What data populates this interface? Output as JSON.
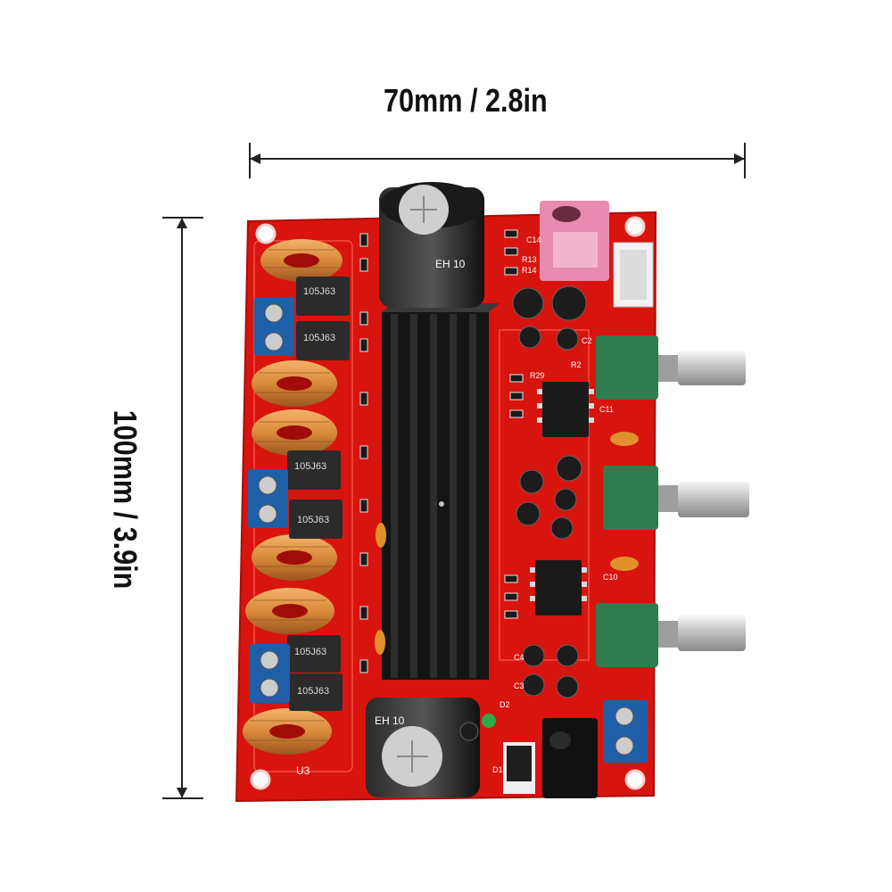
{
  "dimensions": {
    "width_label": "70mm / 2.8in",
    "height_label": "100mm / 3.9in"
  },
  "board": {
    "inductor_marking": "105J63",
    "capacitor_marking_top": "EH 10",
    "capacitor_marking_bottom": "EH 10",
    "region_label": "U3",
    "silkscreen": [
      "C14",
      "R13",
      "R14",
      "R2",
      "C2",
      "R29",
      "C11",
      "C10",
      "D2",
      "D1",
      "C3",
      "C4"
    ]
  },
  "colors": {
    "pcb": "#d8140e",
    "heatsink": "#151515",
    "pot_body": "#2e7d4f",
    "terminal": "#1f5fa8",
    "coil": "#d98a3a",
    "jack": "#e88bb0"
  }
}
